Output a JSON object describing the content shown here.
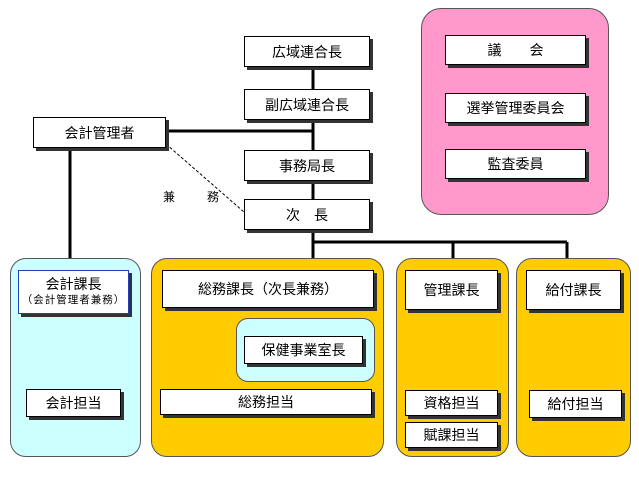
{
  "diagram": {
    "chain": {
      "top": "広域連合長",
      "vice": "副広域連合長",
      "bureau_chief": "事務局長",
      "deputy": "次　長"
    },
    "accounting_manager": "会計管理者",
    "concurrent_label": "兼　務",
    "council": {
      "assembly": "議　　会",
      "election_committee": "選挙管理委員会",
      "audit_commissioner": "監査委員"
    },
    "accounting": {
      "chief": "会計課長",
      "chief_note": "（会計管理者兼務）",
      "staff": "会計担当"
    },
    "general_affairs": {
      "chief": "総務課長（次長兼務）",
      "health_office": "保健事業室長",
      "staff": "総務担当"
    },
    "management": {
      "chief": "管理課長",
      "qualification": "資格担当",
      "levy": "賦課担当"
    },
    "benefits": {
      "chief": "給付課長",
      "staff": "給付担当"
    },
    "colors": {
      "council_panel": "#ff99cc",
      "accounting_panel": "#ccffff",
      "division_panel": "#ffcc00",
      "health_panel": "#ccffff"
    }
  }
}
